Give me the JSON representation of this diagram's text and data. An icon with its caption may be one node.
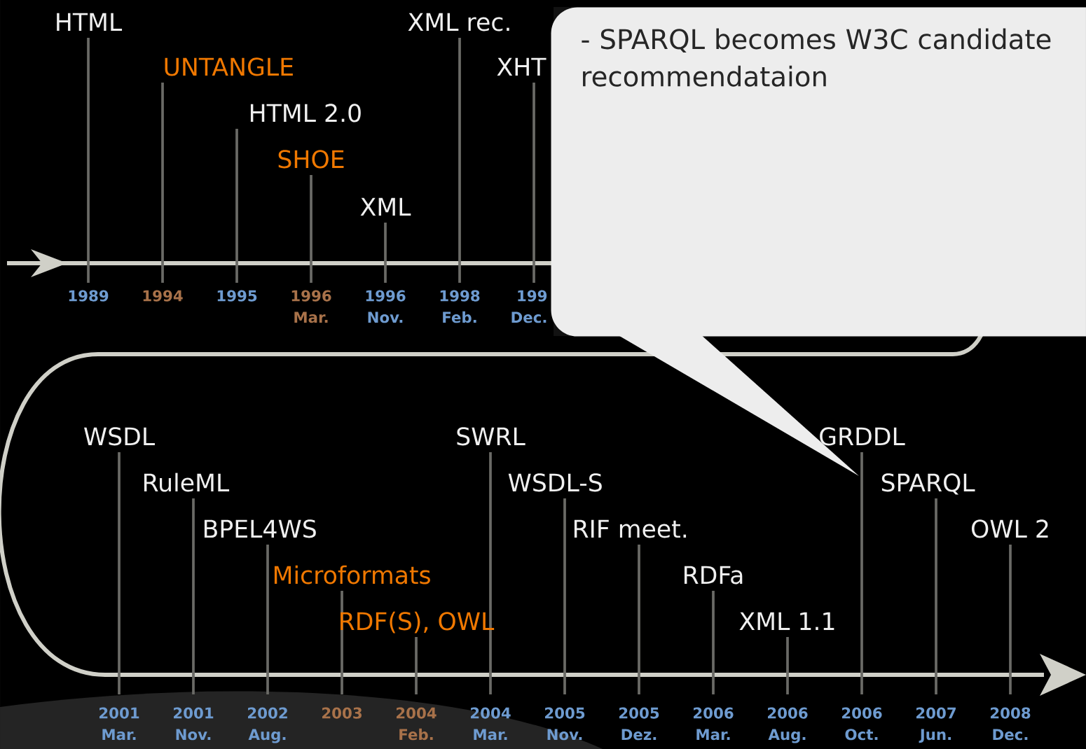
{
  "diagram": {
    "nodes": [
      {
        "text": [
          "- SPARQL becomes W3C candidate recommendataion"
        ]
      }
    ],
    "labels": [
      "HTML",
      "UNTANGLE",
      "HTML 2.0",
      "SHOE",
      "XML",
      "XML rec.",
      "XHT",
      "1989",
      "1994",
      "1995",
      "1996 Mar.",
      "1996 Nov.",
      "1998 Feb.",
      "199 Dec.",
      "WSDL",
      "RuleML",
      "BPEL4WS",
      "Microformats",
      "RDF(S), OWL",
      "SWRL",
      "WSDL-S",
      "RIF meet.",
      "RDFa",
      "XML 1.1",
      "GRDDL",
      "SPARQL",
      "OWL 2",
      "2001 Mar.",
      "2001 Nov.",
      "2002 Aug.",
      "2003",
      "2004 Feb.",
      "2004 Mar.",
      "2005 Nov.",
      "2005 Dez.",
      "2006 Mar.",
      "2006 Aug.",
      "2006 Oct.",
      "2007 Jun.",
      "2008 Dec."
    ]
  }
}
